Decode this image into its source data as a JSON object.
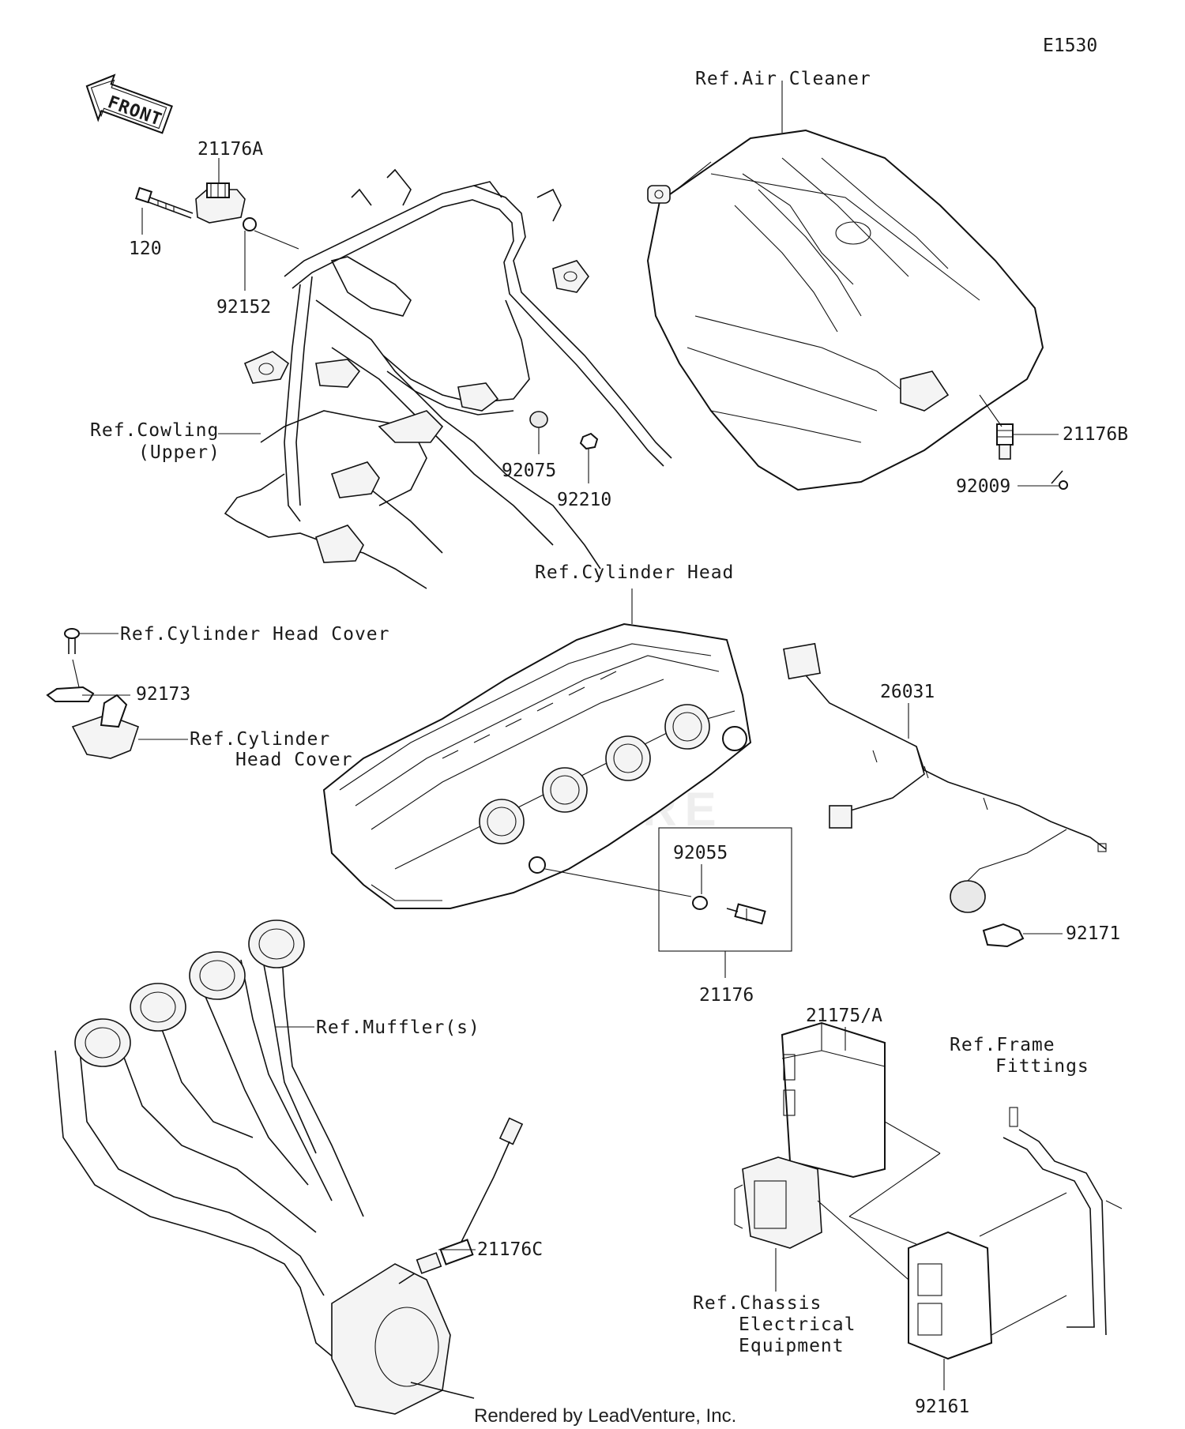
{
  "diagram_code": "E1530",
  "front_arrow_label": "FRONT",
  "footer": "Rendered by LeadVenture, Inc.",
  "watermark": "VENTURE",
  "parts": {
    "p21176A": "21176A",
    "p120": "120",
    "p92152": "92152",
    "p92075": "92075",
    "p92210": "92210",
    "p21176B": "21176B",
    "p92009": "92009",
    "p92173": "92173",
    "p26031": "26031",
    "p92055": "92055",
    "p21176": "21176",
    "p92171": "92171",
    "p21175A": "21175/A",
    "p21176C": "21176C",
    "p92161": "92161"
  },
  "refs": {
    "air_cleaner": "Ref.Air Cleaner",
    "cowling_1": "Ref.Cowling",
    "cowling_2": "(Upper)",
    "cylinder_head": "Ref.Cylinder Head",
    "head_cover_top": "Ref.Cylinder Head Cover",
    "head_cover_1": "Ref.Cylinder",
    "head_cover_2": "Head Cover",
    "mufflers": "Ref.Muffler(s)",
    "frame_fittings_1": "Ref.Frame",
    "frame_fittings_2": "Fittings",
    "chassis_1": "Ref.Chassis",
    "chassis_2": "Electrical",
    "chassis_3": "Equipment"
  }
}
